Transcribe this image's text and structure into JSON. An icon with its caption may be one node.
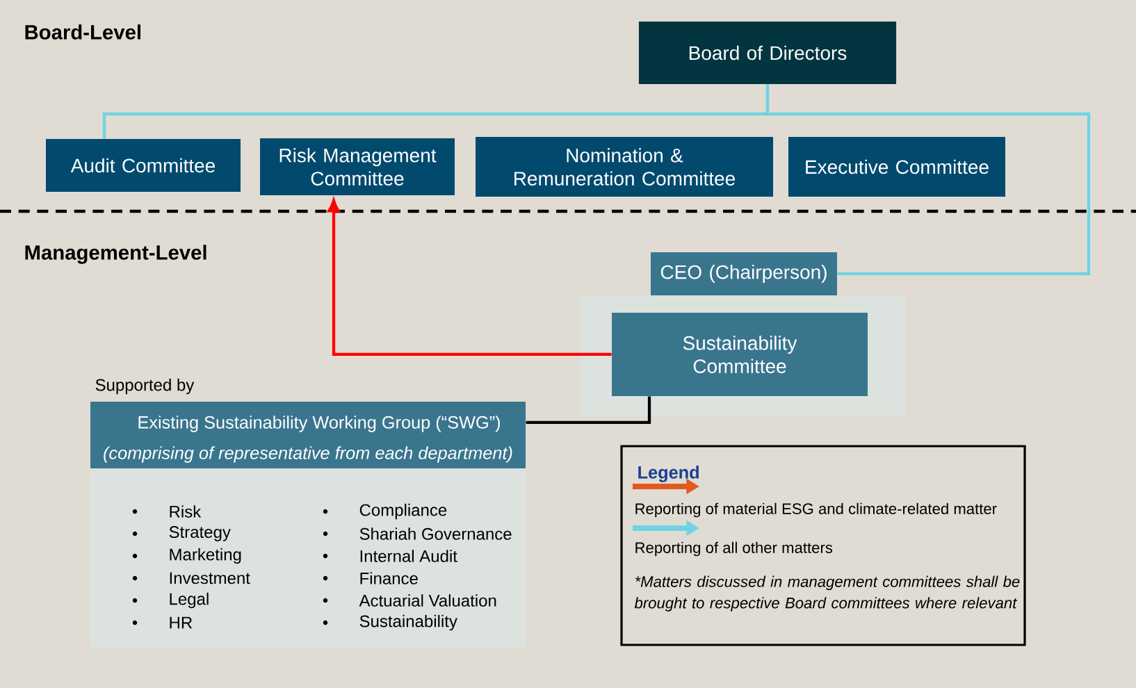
{
  "diagram": {
    "nodes": [
      {
        "text": [
          "Board of Directors"
        ]
      },
      {
        "text": [
          "Audit Committee"
        ]
      },
      {
        "text": [
          "Risk Management Committee"
        ]
      },
      {
        "text": [
          "Nomination & Remuneration Committee"
        ]
      },
      {
        "text": [
          "Executive Committee"
        ]
      },
      {
        "text": [
          "CEO (Chairperson)"
        ]
      },
      {
        "text": [],
        "shape": "box"
      },
      {
        "text": [
          "Sustainability Committee"
        ],
        "in": 6
      },
      {
        "text": [
          "Existing Sustainability Working Group (“SWG”)",
          "(comprising of representative from each department)",
          "Risk",
          "Strategy",
          "Marketing",
          "Investment",
          "Legal",
          "HR",
          "Compliance",
          "Shariah Governance",
          "Internal Audit",
          "Finance",
          "Actuarial Valuation",
          "Sustainability"
        ],
        "beside": [
          "Supported by"
        ]
      }
    ],
    "edges": [
      {
        "from": 0,
        "to": 1,
        "arrow": "none"
      },
      {
        "from": 0,
        "to": 5,
        "arrow": "none"
      },
      {
        "from": 7,
        "to": 2,
        "arrow": "to",
        "color": "#ff0000"
      },
      {
        "from": 8,
        "to": 7,
        "arrow": "none",
        "color": "#000000"
      }
    ],
    "labels": [
      "Board-Level",
      "Management-Level",
      "Legend",
      "*Matters discussed in management committees shall be brought to respective Board committees where relevant"
    ],
    "legend": [
      {
        "text": "Reporting of material ESG and climate-related matter"
      },
      {
        "text": "Reporting of all other matters"
      }
    ]
  }
}
